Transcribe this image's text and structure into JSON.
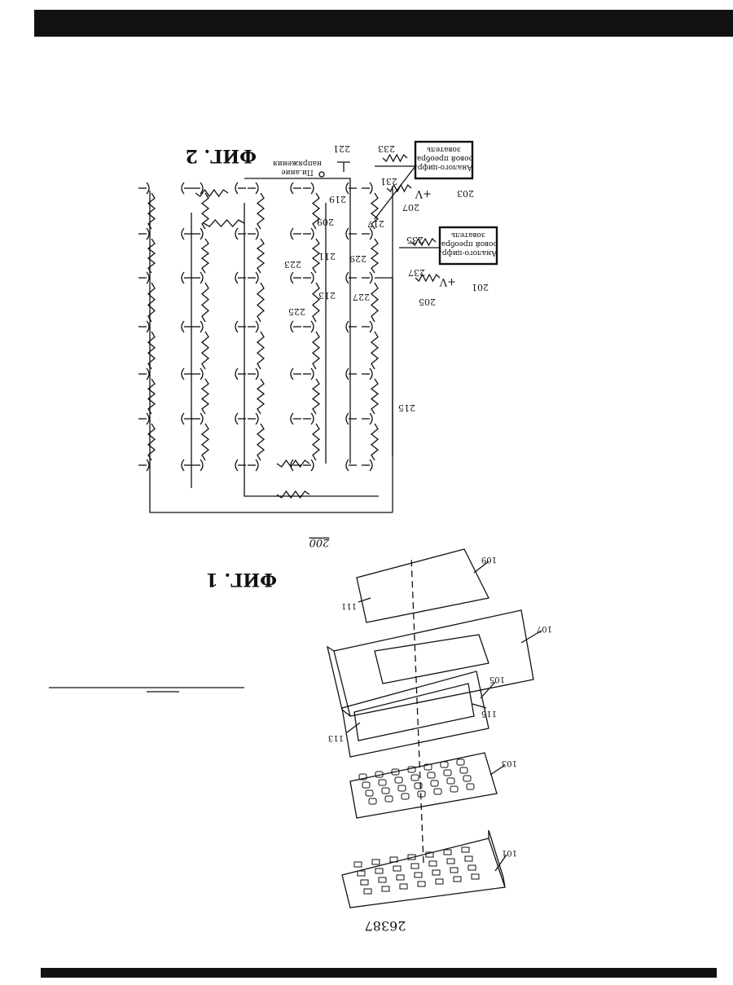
{
  "page_number": "26387",
  "figures": [
    {
      "caption": "ФИГ. 1",
      "number": ""
    },
    {
      "caption": "ФИГ. 2",
      "number": "200"
    }
  ],
  "fig1_labels": [
    "101",
    "103",
    "105",
    "107",
    "109",
    "111",
    "113",
    "115"
  ],
  "fig2_labels": [
    "201",
    "203",
    "205",
    "207",
    "209",
    "211",
    "213",
    "215",
    "217",
    "219",
    "221",
    "223",
    "225",
    "227",
    "229",
    "231",
    "233",
    "235",
    "237"
  ],
  "fig2_texts": {
    "box_top": [
      "Аналого-цифр.",
      "ровой преобра-",
      "зователь"
    ],
    "box_bottom": [
      "Аналого-цифр.",
      "ровой преобра-",
      "зователь"
    ],
    "supply": [
      "Пи.ание",
      "напряжения"
    ],
    "plus_v1": "+V",
    "plus_v2": "+V"
  },
  "colors": {
    "ink": "#111111",
    "paper": "#ffffff"
  }
}
